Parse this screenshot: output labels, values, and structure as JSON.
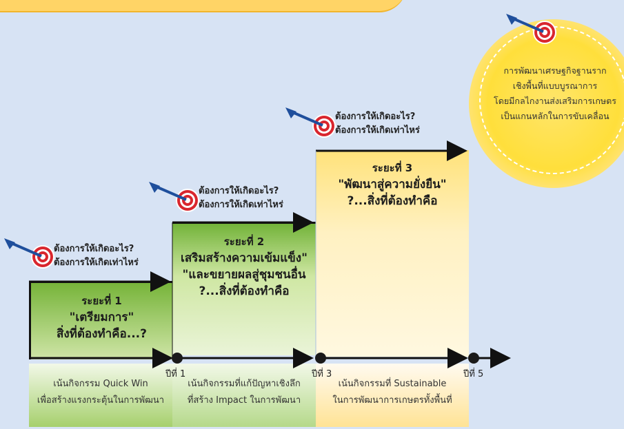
{
  "goal": {
    "lines": [
      "การพัฒนาเศรษฐกิจฐานราก",
      "เชิงพื้นที่แบบบูรณาการ",
      "โดยมีกลไกงานส่งเสริมการเกษตร",
      "เป็นแกนหลักในการขับเคลื่อน"
    ]
  },
  "stages": [
    {
      "label": "ระยะที่ 1",
      "title_lines": [
        "\"เตรียมการ\"",
        "สิ่งที่ต้องทำคือ...?"
      ],
      "question_lines": [
        "ต้องการให้เกิดอะไร?",
        "ต้องการให้เกิดเท่าไหร่"
      ],
      "bottom_lines": [
        "เน้นกิจกรรม Quick Win",
        "เพื่อสร้างแรงกระตุ้นในการพัฒนา"
      ]
    },
    {
      "label": "ระยะที่ 2",
      "title_lines": [
        "เสริมสร้างความเข้มแข็ง\"",
        "\"และขยายผลสู่ชุมชนอื่น",
        "?...สิ่งที่ต้องทำคือ"
      ],
      "question_lines": [
        "ต้องการให้เกิดอะไร?",
        "ต้องการให้เกิดเท่าไหร่"
      ],
      "bottom_lines": [
        "เน้นกิจกรรมที่แก้ปัญหาเชิงลึก",
        "ที่สร้าง Impact ในการพัฒนา"
      ]
    },
    {
      "label": "ระยะที่ 3",
      "title_lines": [
        "\"พัฒนาสู่ความยั่งยืน\"",
        "?...สิ่งที่ต้องทำคือ"
      ],
      "question_lines": [
        "ต้องการให้เกิดอะไร?",
        "ต้องการให้เกิดเท่าไหร่"
      ],
      "bottom_lines": [
        "เน้นกิจกรรมที่ Sustainable",
        "ในการพัฒนาการเกษตรทั้งพื้นที่"
      ]
    }
  ],
  "timeline": {
    "years": [
      "ปีที่ 1",
      "ปีที่ 3",
      "ปีที่ 5"
    ]
  },
  "colors": {
    "green_dark": "#77b43a",
    "green_light": "#cfe5a7",
    "yellow": "#ffe27a",
    "target_red": "#d9262e",
    "dart_blue": "#1f4f9c"
  },
  "icons": [
    "dart-target-icon",
    "arrow-right-icon",
    "timeline-node-icon"
  ]
}
